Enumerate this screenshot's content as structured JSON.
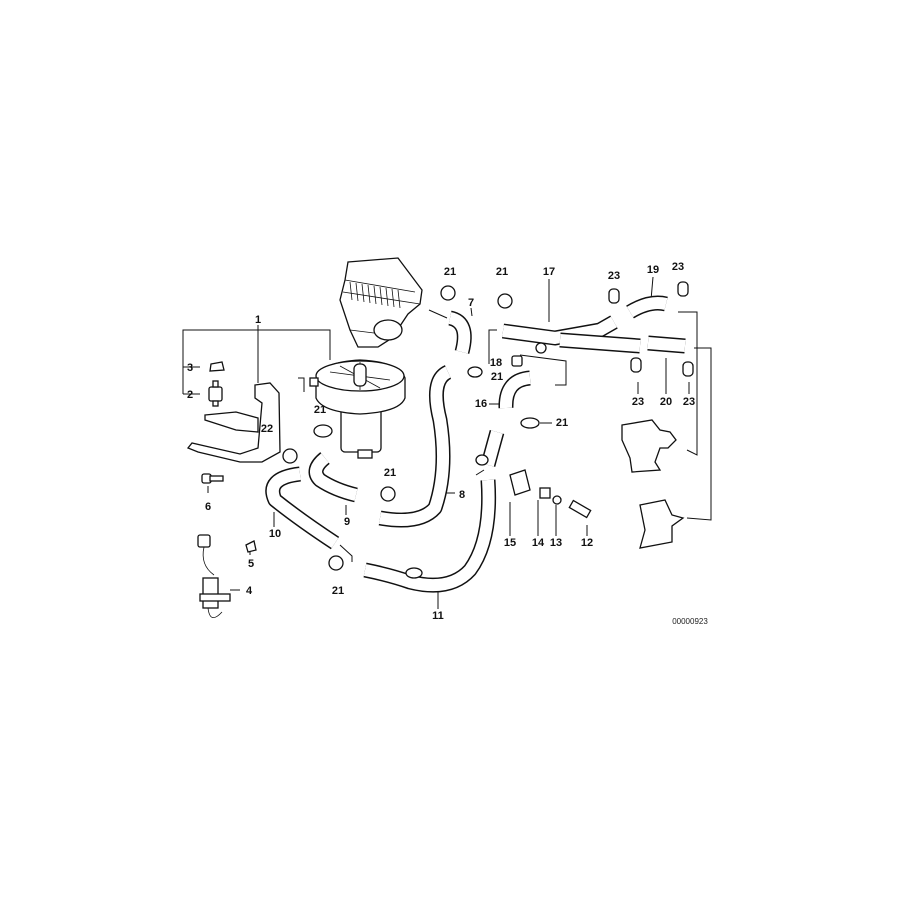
{
  "diagram": {
    "reference_code": "00000923",
    "callouts": [
      "1",
      "2",
      "3",
      "4",
      "5",
      "6",
      "7",
      "8",
      "9",
      "10",
      "11",
      "12",
      "13",
      "14",
      "15",
      "16",
      "17",
      "18",
      "19",
      "20",
      "21",
      "21",
      "21",
      "21",
      "21",
      "21",
      "21",
      "22",
      "23",
      "23",
      "23",
      "23"
    ]
  }
}
